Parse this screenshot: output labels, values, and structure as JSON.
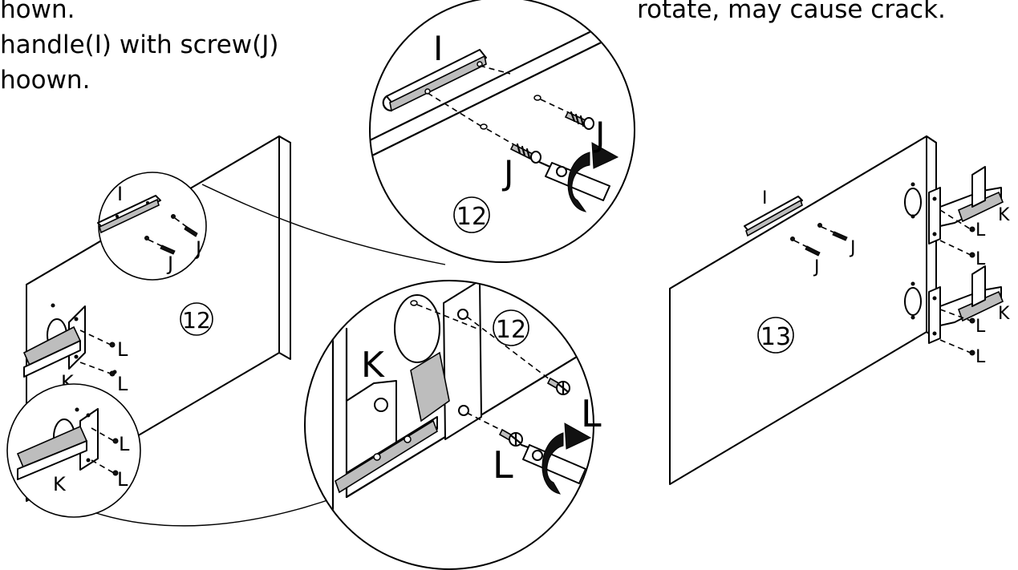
{
  "instructions": {
    "left_line1": "hown.",
    "left_line2": "handle(I) with screw(J)",
    "left_line3": "hoown.",
    "right_line1": "rotate, may cause crack."
  },
  "step_numbers": {
    "left_panel": "12",
    "handle_detail": "12",
    "hinge_detail": "12",
    "right_panel": "13"
  },
  "part_labels": {
    "handle": "I",
    "screw_j": "J",
    "hinge": "K",
    "screw_l": "L"
  }
}
